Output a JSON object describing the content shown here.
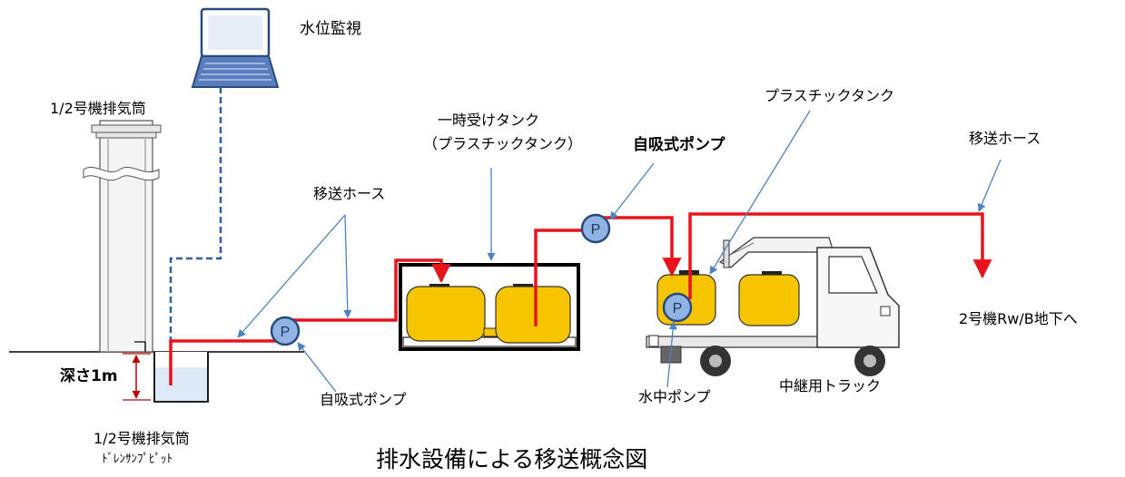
{
  "labels": {
    "monitor": "水位監視",
    "stack_top": "1/2号機排気筒",
    "hose_top": "移送ホース",
    "temp_tank": "一時受けタンク",
    "temp_tank_sub": "（プラスチックタンク）",
    "pump_bold": "自吸式ポンプ",
    "plastic_tank": "プラスチックタンク",
    "hose_mid": "移送ホース",
    "destination": "2号機Rw/B地下へ",
    "depth": "深さ1m",
    "pump_lower": "自吸式ポンプ",
    "sub_pump": "水中ポンプ",
    "relay_truck": "中継用トラック",
    "stack_bottom": "1/2号機排気筒",
    "pit": "ﾄﾞﾚﾝｻﾝﾌﾟﾋﾟｯﾄ",
    "caption": "排水設備による移送概念図",
    "pump_symbol": "P"
  },
  "colors": {
    "hose": "#e8141b",
    "tank": "#f6c500",
    "pump": "#8fb4e3",
    "arrow": "#4f81bd",
    "cable": "#2e5f9e",
    "water": "#dce9f6"
  }
}
